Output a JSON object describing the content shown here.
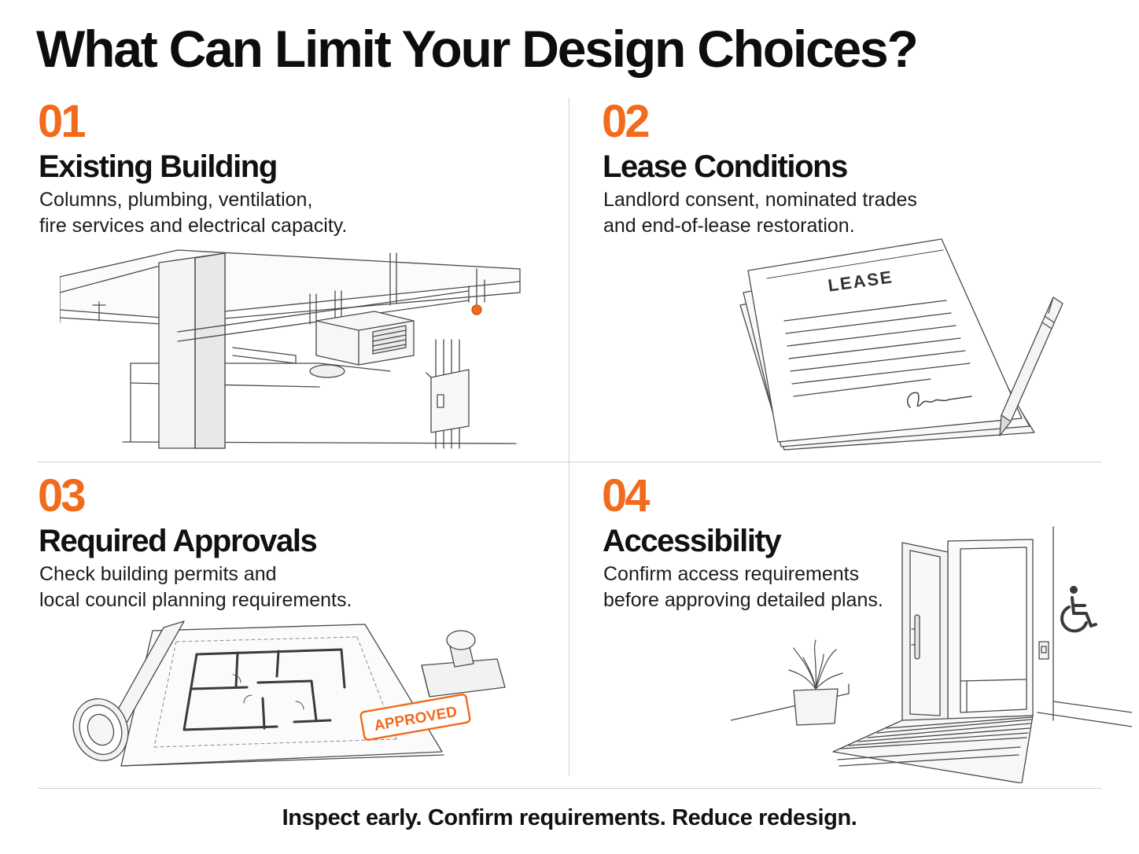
{
  "title": "What Can Limit Your Design Choices?",
  "sections": [
    {
      "number": "01",
      "heading": "Existing Building",
      "lines": [
        "Columns, plumbing, ventilation,",
        "fire services and electrical capacity."
      ]
    },
    {
      "number": "02",
      "heading": "Lease Conditions",
      "lines": [
        "Landlord consent, nominated trades",
        "and end-of-lease restoration."
      ],
      "document_label": "LEASE"
    },
    {
      "number": "03",
      "heading": "Required Approvals",
      "lines": [
        "Check building permits and",
        "local council planning requirements."
      ],
      "stamp_label": "APPROVED"
    },
    {
      "number": "04",
      "heading": "Accessibility",
      "lines": [
        "Confirm access requirements",
        "before approving detailed plans."
      ]
    }
  ],
  "footer": "Inspect early. Confirm requirements. Reduce redesign.",
  "colors": {
    "accent": "#f26a1b",
    "text": "#111111",
    "line_art": "#4a4a4a",
    "divider": "#cfcfcf"
  },
  "icons": [
    "building-services-illustration",
    "lease-document-illustration",
    "floor-plan-stamp-illustration",
    "accessible-doorway-illustration",
    "wheelchair-icon",
    "pen-icon"
  ]
}
